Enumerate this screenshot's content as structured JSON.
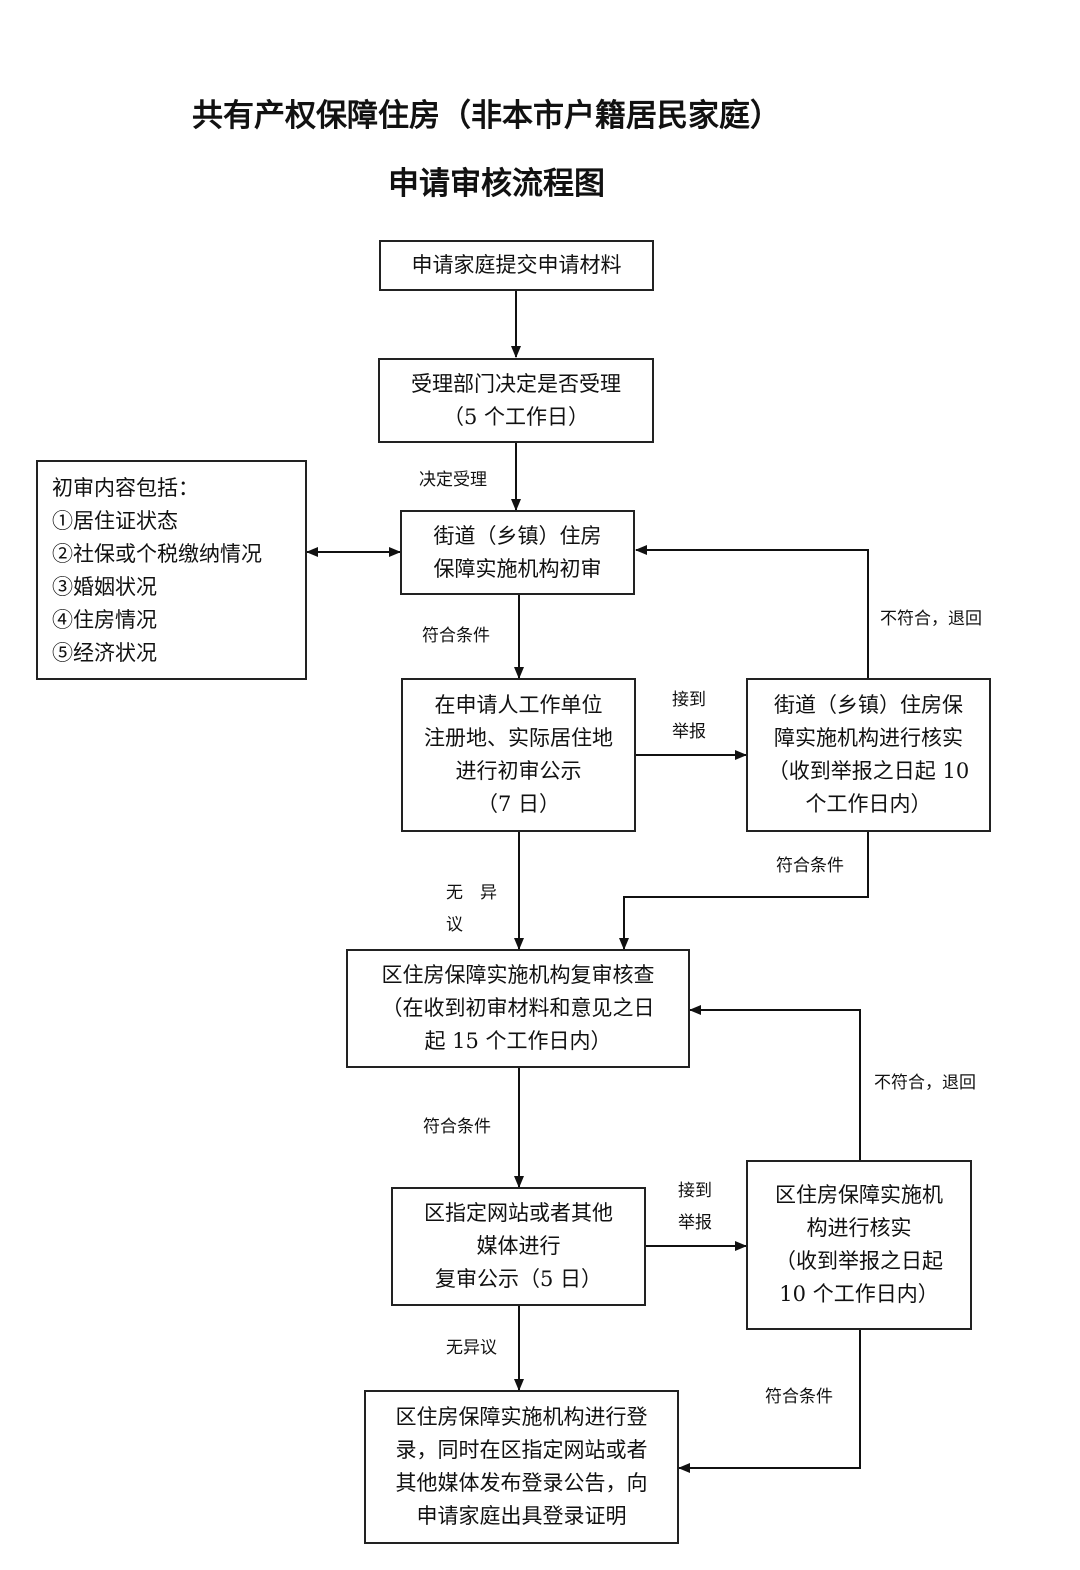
{
  "title_line1": "共有产权保障住房（非本市户籍居民家庭）",
  "title_line2": "申请审核流程图",
  "boxes": {
    "submit": [
      "申请家庭提交申请材料"
    ],
    "accept": [
      "受理部门决定是否受理",
      "（5 个工作日）"
    ],
    "initial_contents": [
      "初审内容包括：",
      "①居住证状态",
      "②社保或个税缴纳情况",
      "③婚姻状况",
      "④住房情况",
      "⑤经济状况"
    ],
    "street_initial": [
      "街道（乡镇）住房",
      "保障实施机构初审"
    ],
    "first_publicity": [
      "在申请人工作单位",
      "注册地、实际居住地",
      "进行初审公示",
      "（7 日）"
    ],
    "street_verify": [
      "街道（乡镇）住房保",
      "障实施机构进行核实",
      "（收到举报之日起 10",
      "个工作日内）"
    ],
    "district_review": [
      "区住房保障实施机构复审核查",
      "（在收到初审材料和意见之日",
      "起 15 个工作日内）"
    ],
    "second_publicity": [
      "区指定网站或者其他",
      "媒体进行",
      "复审公示（5 日）"
    ],
    "district_verify": [
      "区住房保障实施机",
      "构进行核实",
      "（收到举报之日起",
      "10 个工作日内）"
    ],
    "register": [
      "区住房保障实施机构进行登",
      "录，同时在区指定网站或者",
      "其他媒体发布登录公告，向",
      "申请家庭出具登录证明"
    ]
  },
  "labels": {
    "decide_accept": "决定受理",
    "meets1": "符合条件",
    "report1": [
      "接到",
      "举报"
    ],
    "not_meet1": "不符合，退回",
    "meets2": "符合条件",
    "no_objection1": [
      "无　异",
      "议"
    ],
    "meets3": "符合条件",
    "not_meet2": "不符合，退回",
    "report2": [
      "接到",
      "举报"
    ],
    "no_objection2": "无异议",
    "meets4": "符合条件"
  }
}
